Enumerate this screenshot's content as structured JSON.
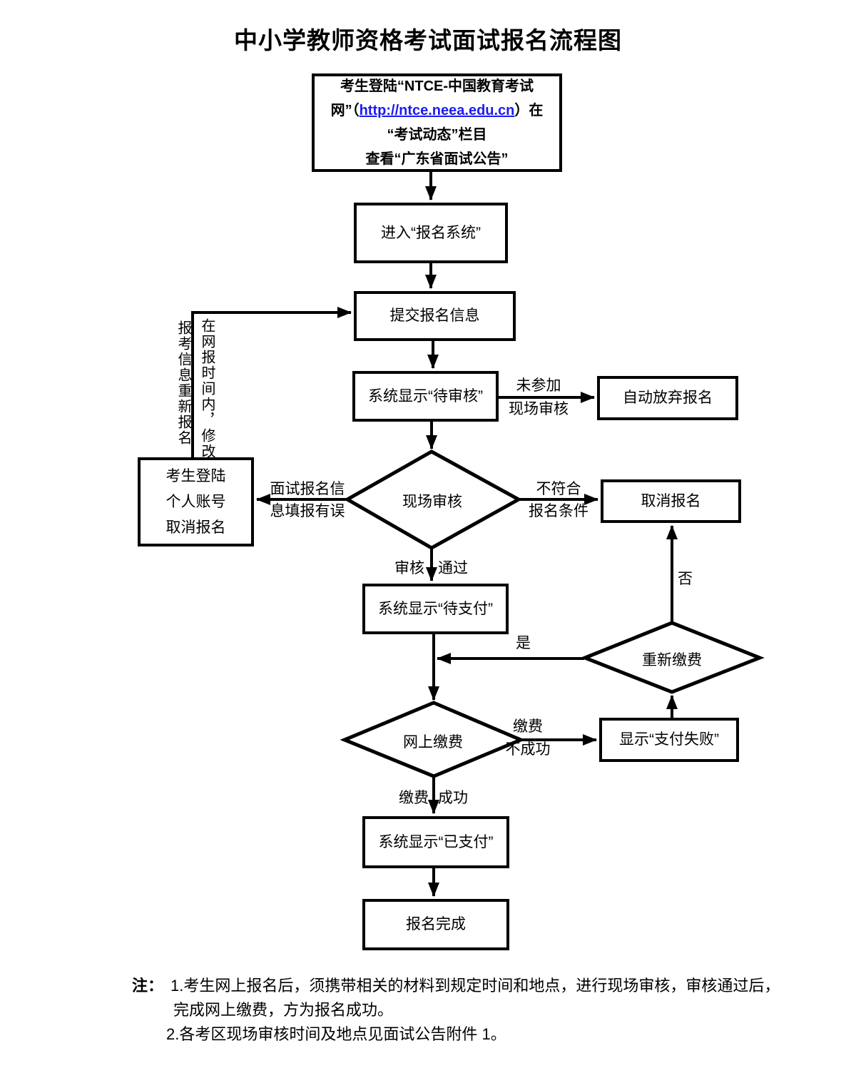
{
  "page_title": "中小学教师资格考试面试报名流程图",
  "flowchart": {
    "nodes": {
      "start": {
        "line1": "考生登陆“NTCE-中国教育考试",
        "line2_pre": "网”（",
        "url": "http://ntce.neea.edu.cn",
        "line2_post": "）在",
        "line3": "“考试动态”栏目",
        "line4": "查看“广东省面试公告”"
      },
      "enter_system": "进入“报名系统”",
      "submit_info": "提交报名信息",
      "status_pending_review": "系统显示“待审核”",
      "auto_abandon": "自动放弃报名",
      "cancel_via_account": {
        "line1": "考生登陆",
        "line2": "个人账号",
        "line3": "取消报名"
      },
      "onsite_review": "现场审核",
      "cancel_registration": "取消报名",
      "status_pending_payment": "系统显示“待支付”",
      "repay_decision": "重新缴费",
      "online_payment": "网上缴费",
      "payment_failed": "显示“支付失败”",
      "status_paid": "系统显示“已支付”",
      "complete": "报名完成"
    },
    "edge_labels": {
      "not_attended": {
        "line1": "未参加",
        "line2": "现场审核"
      },
      "info_error": {
        "line1": "面试报名信",
        "line2": "息填报有误"
      },
      "not_qualified": {
        "line1": "不符合",
        "line2": "报名条件"
      },
      "review_pass": {
        "left": "审核",
        "right": "通过"
      },
      "yes": "是",
      "no": "否",
      "pay_unsuccessful": {
        "line1": "缴费",
        "line2": "不成功"
      },
      "pay_success": {
        "left": "缴费",
        "right": "成功"
      },
      "modify_loop": {
        "right_column": "在网报时间内，修改",
        "left_column": "报考信息重新报名"
      }
    }
  },
  "notes": {
    "prefix": "注：",
    "item1_line1": "1.考生网上报名后，须携带相关的材料到规定时间和地点，进行现场审核，审核通过后，",
    "item1_line2": "完成网上缴费，方为报名成功。",
    "item2": "2.各考区现场审核时间及地点见面试公告附件 1。"
  },
  "colors": {
    "ink": "#000000",
    "background": "#ffffff",
    "link_blue": "#1b1bef"
  }
}
